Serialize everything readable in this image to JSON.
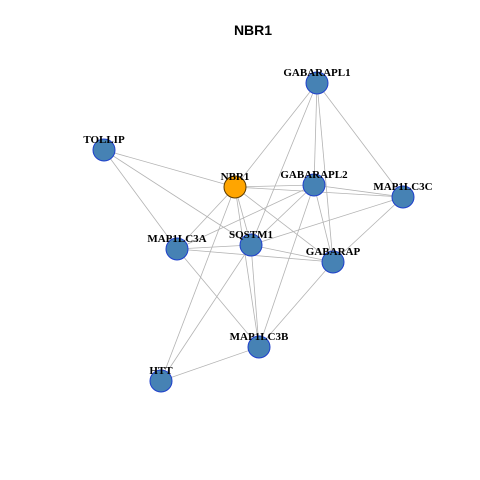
{
  "title": "NBR1",
  "colors": {
    "edge": "#b3b3b3",
    "node_fill": "#4682b4",
    "node_stroke": "#1e3fcc",
    "focus_fill": "#ffa500",
    "focus_stroke": "#5a3a00",
    "background": "#ffffff"
  },
  "nodes": [
    {
      "id": "GABARAPL1",
      "label": "GABARAPL1",
      "focus": false
    },
    {
      "id": "TOLLIP",
      "label": "TOLLIP",
      "focus": false
    },
    {
      "id": "NBR1",
      "label": "NBR1",
      "focus": true
    },
    {
      "id": "GABARAPL2",
      "label": "GABARAPL2",
      "focus": false
    },
    {
      "id": "MAP1LC3C",
      "label": "MAP1LC3C",
      "focus": false
    },
    {
      "id": "MAP1LC3A",
      "label": "MAP1LC3A",
      "focus": false
    },
    {
      "id": "SQSTM1",
      "label": "SQSTM1",
      "focus": false
    },
    {
      "id": "GABARAP",
      "label": "GABARAP",
      "focus": false
    },
    {
      "id": "MAP1LC3B",
      "label": "MAP1LC3B",
      "focus": false
    },
    {
      "id": "HTT",
      "label": "HTT",
      "focus": false
    }
  ],
  "edges": [
    [
      "GABARAPL1",
      "NBR1"
    ],
    [
      "GABARAPL1",
      "SQSTM1"
    ],
    [
      "GABARAPL1",
      "GABARAPL2"
    ],
    [
      "GABARAPL1",
      "GABARAP"
    ],
    [
      "GABARAPL1",
      "MAP1LC3C"
    ],
    [
      "TOLLIP",
      "NBR1"
    ],
    [
      "TOLLIP",
      "MAP1LC3A"
    ],
    [
      "TOLLIP",
      "SQSTM1"
    ],
    [
      "NBR1",
      "GABARAPL2"
    ],
    [
      "NBR1",
      "MAP1LC3C"
    ],
    [
      "NBR1",
      "MAP1LC3A"
    ],
    [
      "NBR1",
      "SQSTM1"
    ],
    [
      "NBR1",
      "GABARAP"
    ],
    [
      "NBR1",
      "MAP1LC3B"
    ],
    [
      "GABARAPL2",
      "MAP1LC3C"
    ],
    [
      "GABARAPL2",
      "SQSTM1"
    ],
    [
      "GABARAPL2",
      "MAP1LC3A"
    ],
    [
      "GABARAPL2",
      "GABARAP"
    ],
    [
      "GABARAPL2",
      "MAP1LC3B"
    ],
    [
      "MAP1LC3C",
      "SQSTM1"
    ],
    [
      "MAP1LC3C",
      "GABARAP"
    ],
    [
      "MAP1LC3A",
      "SQSTM1"
    ],
    [
      "MAP1LC3A",
      "GABARAP"
    ],
    [
      "MAP1LC3A",
      "MAP1LC3B"
    ],
    [
      "SQSTM1",
      "GABARAP"
    ],
    [
      "SQSTM1",
      "MAP1LC3B"
    ],
    [
      "SQSTM1",
      "HTT"
    ],
    [
      "GABARAP",
      "MAP1LC3B"
    ],
    [
      "MAP1LC3B",
      "HTT"
    ],
    [
      "NBR1",
      "HTT"
    ]
  ]
}
